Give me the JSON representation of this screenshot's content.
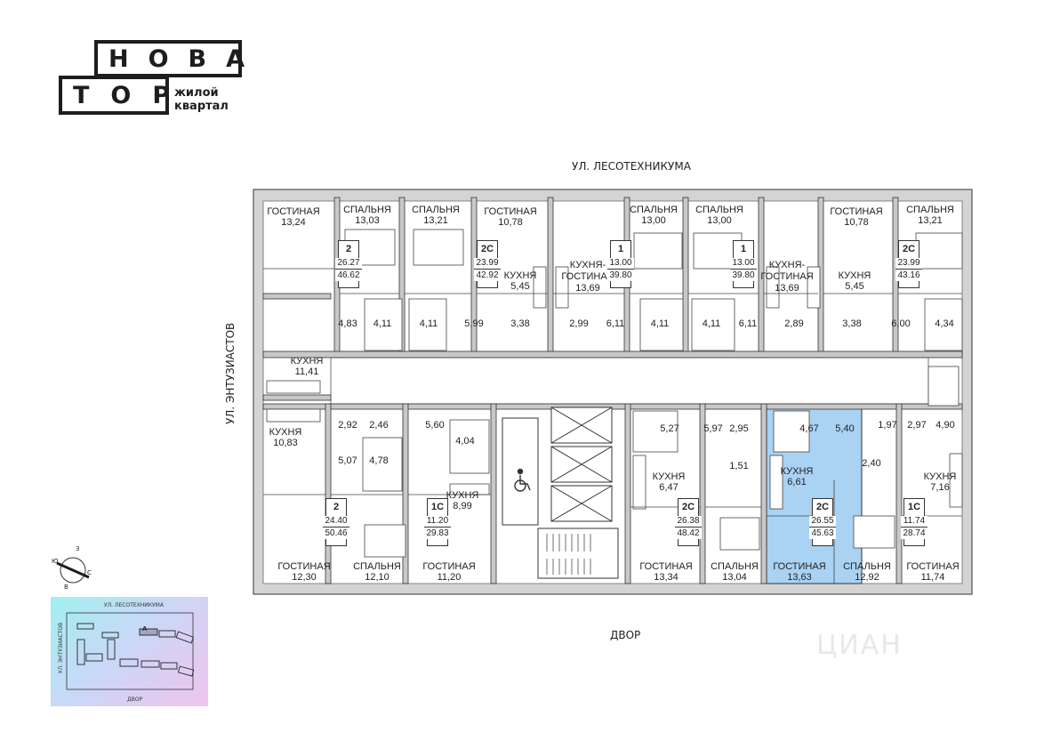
{
  "logo": {
    "row1": "НОВА",
    "row2": "ТОР",
    "sub1": "жилой",
    "sub2": "квартал"
  },
  "streets": {
    "top": "УЛ. ЛЕСОТЕХНИКУМА",
    "bottom": "ДВОР",
    "left": "УЛ. ЭНТУЗИАСТОВ"
  },
  "colors": {
    "highlight": "#a9d2f3",
    "wall": "#bdbdbd",
    "line": "#333333"
  },
  "apartments": [
    {
      "type": "2",
      "living": "26.27",
      "total": "46.62"
    },
    {
      "type": "2С",
      "living": "23.99",
      "total": "42.92"
    },
    {
      "type": "1",
      "living": "13.00",
      "total": "39.80"
    },
    {
      "type": "1",
      "living": "13.00",
      "total": "39.80"
    },
    {
      "type": "2С",
      "living": "23.99",
      "total": "43.16"
    },
    {
      "type": "2",
      "living": "24.40",
      "total": "50.46"
    },
    {
      "type": "1С",
      "living": "11.20",
      "total": "29.83"
    },
    {
      "type": "2С",
      "living": "26.38",
      "total": "48.42"
    },
    {
      "type": "2С",
      "living": "26.55",
      "total": "45.63",
      "highlighted": true
    },
    {
      "type": "1С",
      "living": "11.74",
      "total": "28.74"
    }
  ],
  "room_labels": [
    {
      "name": "ГОСТИНАЯ",
      "area": "13,24"
    },
    {
      "name": "СПАЛЬНЯ",
      "area": "13,03"
    },
    {
      "name": "СПАЛЬНЯ",
      "area": "13,21"
    },
    {
      "name": "ГОСТИНАЯ",
      "area": "10,78"
    },
    {
      "name": "СПАЛЬНЯ",
      "area": "13,00"
    },
    {
      "name": "СПАЛЬНЯ",
      "area": "13,00"
    },
    {
      "name": "ГОСТИНАЯ",
      "area": "10,78"
    },
    {
      "name": "СПАЛЬНЯ",
      "area": "13,21"
    },
    {
      "name": "КУХНЯ",
      "area": "5,45"
    },
    {
      "name": "КУХНЯ-\nГОСТИНАЯ",
      "area": "13,69"
    },
    {
      "name": "КУХНЯ-\nГОСТИНАЯ",
      "area": "13,69"
    },
    {
      "name": "КУХНЯ",
      "area": "5,45"
    },
    {
      "name": "КУХНЯ",
      "area": "11,41"
    },
    {
      "name": "КУХНЯ",
      "area": "10,83"
    },
    {
      "name": "КУХНЯ",
      "area": "8,99"
    },
    {
      "name": "КУХНЯ",
      "area": "6,47"
    },
    {
      "name": "КУХНЯ",
      "area": "6,61"
    },
    {
      "name": "КУХНЯ",
      "area": "7,16"
    },
    {
      "name": "ГОСТИНАЯ",
      "area": "12,30"
    },
    {
      "name": "СПАЛЬНЯ",
      "area": "12,10"
    },
    {
      "name": "ГОСТИНАЯ",
      "area": "11,20"
    },
    {
      "name": "ГОСТИНАЯ",
      "area": "13,34"
    },
    {
      "name": "СПАЛЬНЯ",
      "area": "13,04"
    },
    {
      "name": "ГОСТИНАЯ",
      "area": "13,63"
    },
    {
      "name": "СПАЛЬНЯ",
      "area": "12,92"
    },
    {
      "name": "ГОСТИНАЯ",
      "area": "11,74"
    }
  ],
  "small_areas": [
    "4,83",
    "4,11",
    "4,11",
    "5,99",
    "3,38",
    "2,99",
    "6,11",
    "4,11",
    "4,11",
    "6,11",
    "2,89",
    "3,38",
    "6,00",
    "4,34",
    "2,92",
    "2,46",
    "5,07",
    "4,78",
    "5,60",
    "4,04",
    "5,27",
    "5,97",
    "2,95",
    "1,51",
    "4,67",
    "5,40",
    "1,97",
    "2,40",
    "2,97",
    "4,90"
  ],
  "minimap": {
    "top": "УЛ. ЛЕСОТЕХНИКУМА",
    "left": "УЛ. ЭНТУЗИАСТОВ",
    "bottom": "ДВОР",
    "marker": "А"
  },
  "compass": {
    "n": "З",
    "e": "С",
    "s": "В",
    "w": "Ю"
  },
  "watermark": "ЦИАН"
}
